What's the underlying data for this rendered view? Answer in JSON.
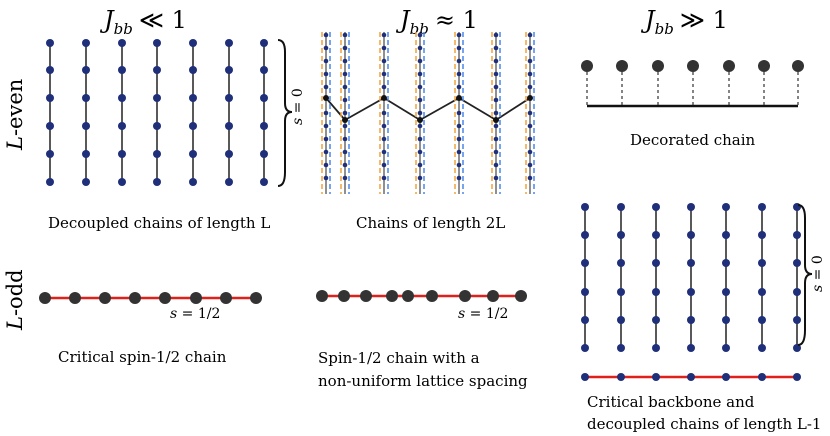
{
  "headers": {
    "weak": {
      "symbol": "J",
      "subscript": "bb",
      "relation": "≪ 1"
    },
    "equal": {
      "symbol": "J",
      "subscript": "bb",
      "relation": "≈ 1"
    },
    "strong": {
      "symbol": "J",
      "subscript": "bb",
      "relation": "≫ 1"
    }
  },
  "row_labels": {
    "even": {
      "letter": "L",
      "suffix": "-even"
    },
    "odd": {
      "letter": "L",
      "suffix": "-odd"
    }
  },
  "spin_labels": {
    "s_zero": {
      "var": "s",
      "value": " = 0"
    },
    "s_half": {
      "var": "s",
      "value": " = 1/2"
    }
  },
  "captions": {
    "decoupled": "Decoupled chains of length L",
    "length_2l": "Chains of length 2L",
    "decorated": "Decorated chain",
    "critical": "Critical spin-1/2 chain",
    "nonuniform_line1": "Spin-1/2 chain with a",
    "nonuniform_line2": "non-uniform lattice spacing",
    "backbone_line1": "Critical backbone and",
    "backbone_line2": "decoupled chains of length L-1"
  },
  "colors": {
    "site_blue": "#1f2f7a",
    "site_gray": "#333333",
    "red_bond": "#e0201b",
    "dash_orange": "#f2a23c",
    "dash_blue": "#4a86e8"
  }
}
